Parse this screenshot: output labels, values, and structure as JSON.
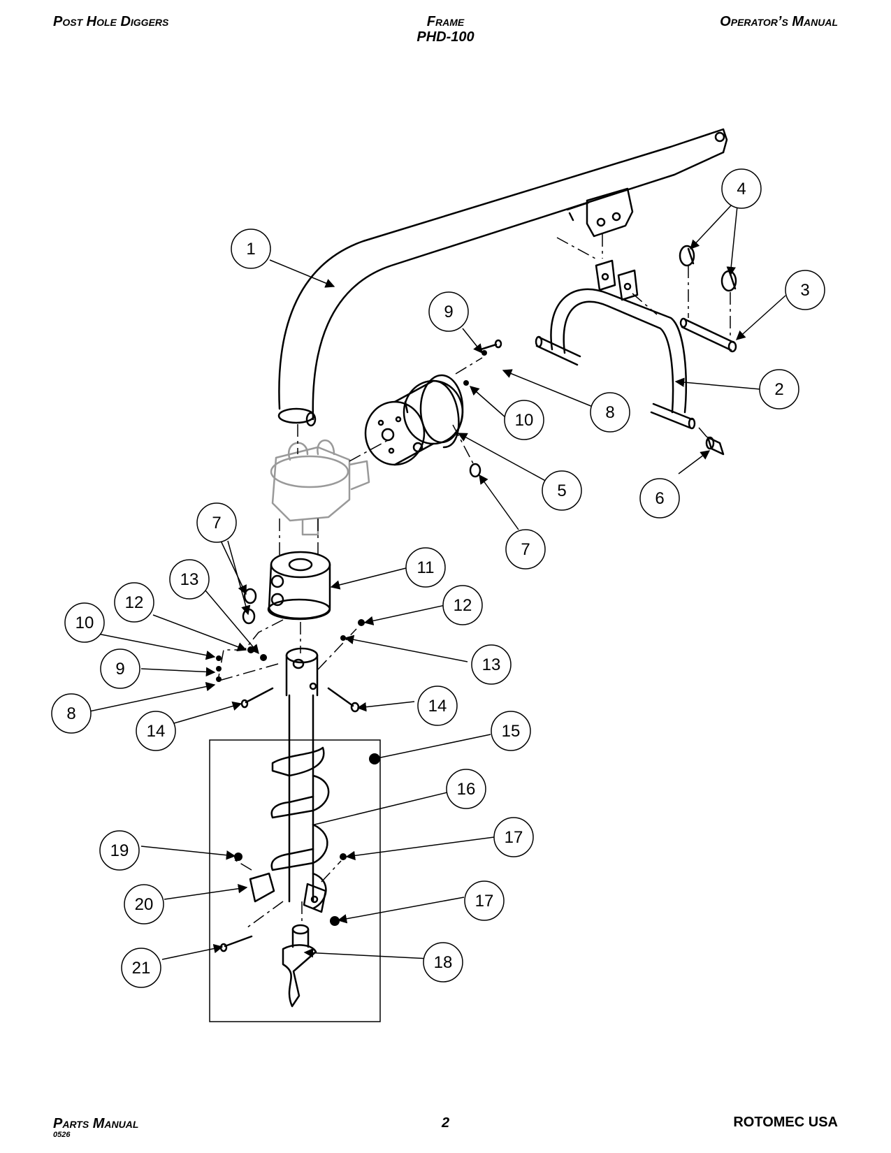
{
  "header": {
    "left": "Post Hole Diggers",
    "center_line1": "Frame",
    "center_line2": "PHD-100",
    "right": "Operator’s Manual"
  },
  "footer": {
    "left": "Parts Manual",
    "code": "0526",
    "page": "2",
    "right": "ROTOMEC USA"
  },
  "callouts": {
    "c1": "1",
    "c2": "2",
    "c3": "3",
    "c4": "4",
    "c5": "5",
    "c6": "6",
    "c7a": "7",
    "c7b": "7",
    "c8a": "8",
    "c8b": "8",
    "c9a": "9",
    "c9b": "9",
    "c10a": "10",
    "c10b": "10",
    "c11": "11",
    "c12a": "12",
    "c12b": "12",
    "c13a": "13",
    "c13b": "13",
    "c14a": "14",
    "c14b": "14",
    "c15": "15",
    "c16": "16",
    "c17a": "17",
    "c17b": "17",
    "c18": "18",
    "c19": "19",
    "c20": "20",
    "c21": "21"
  }
}
